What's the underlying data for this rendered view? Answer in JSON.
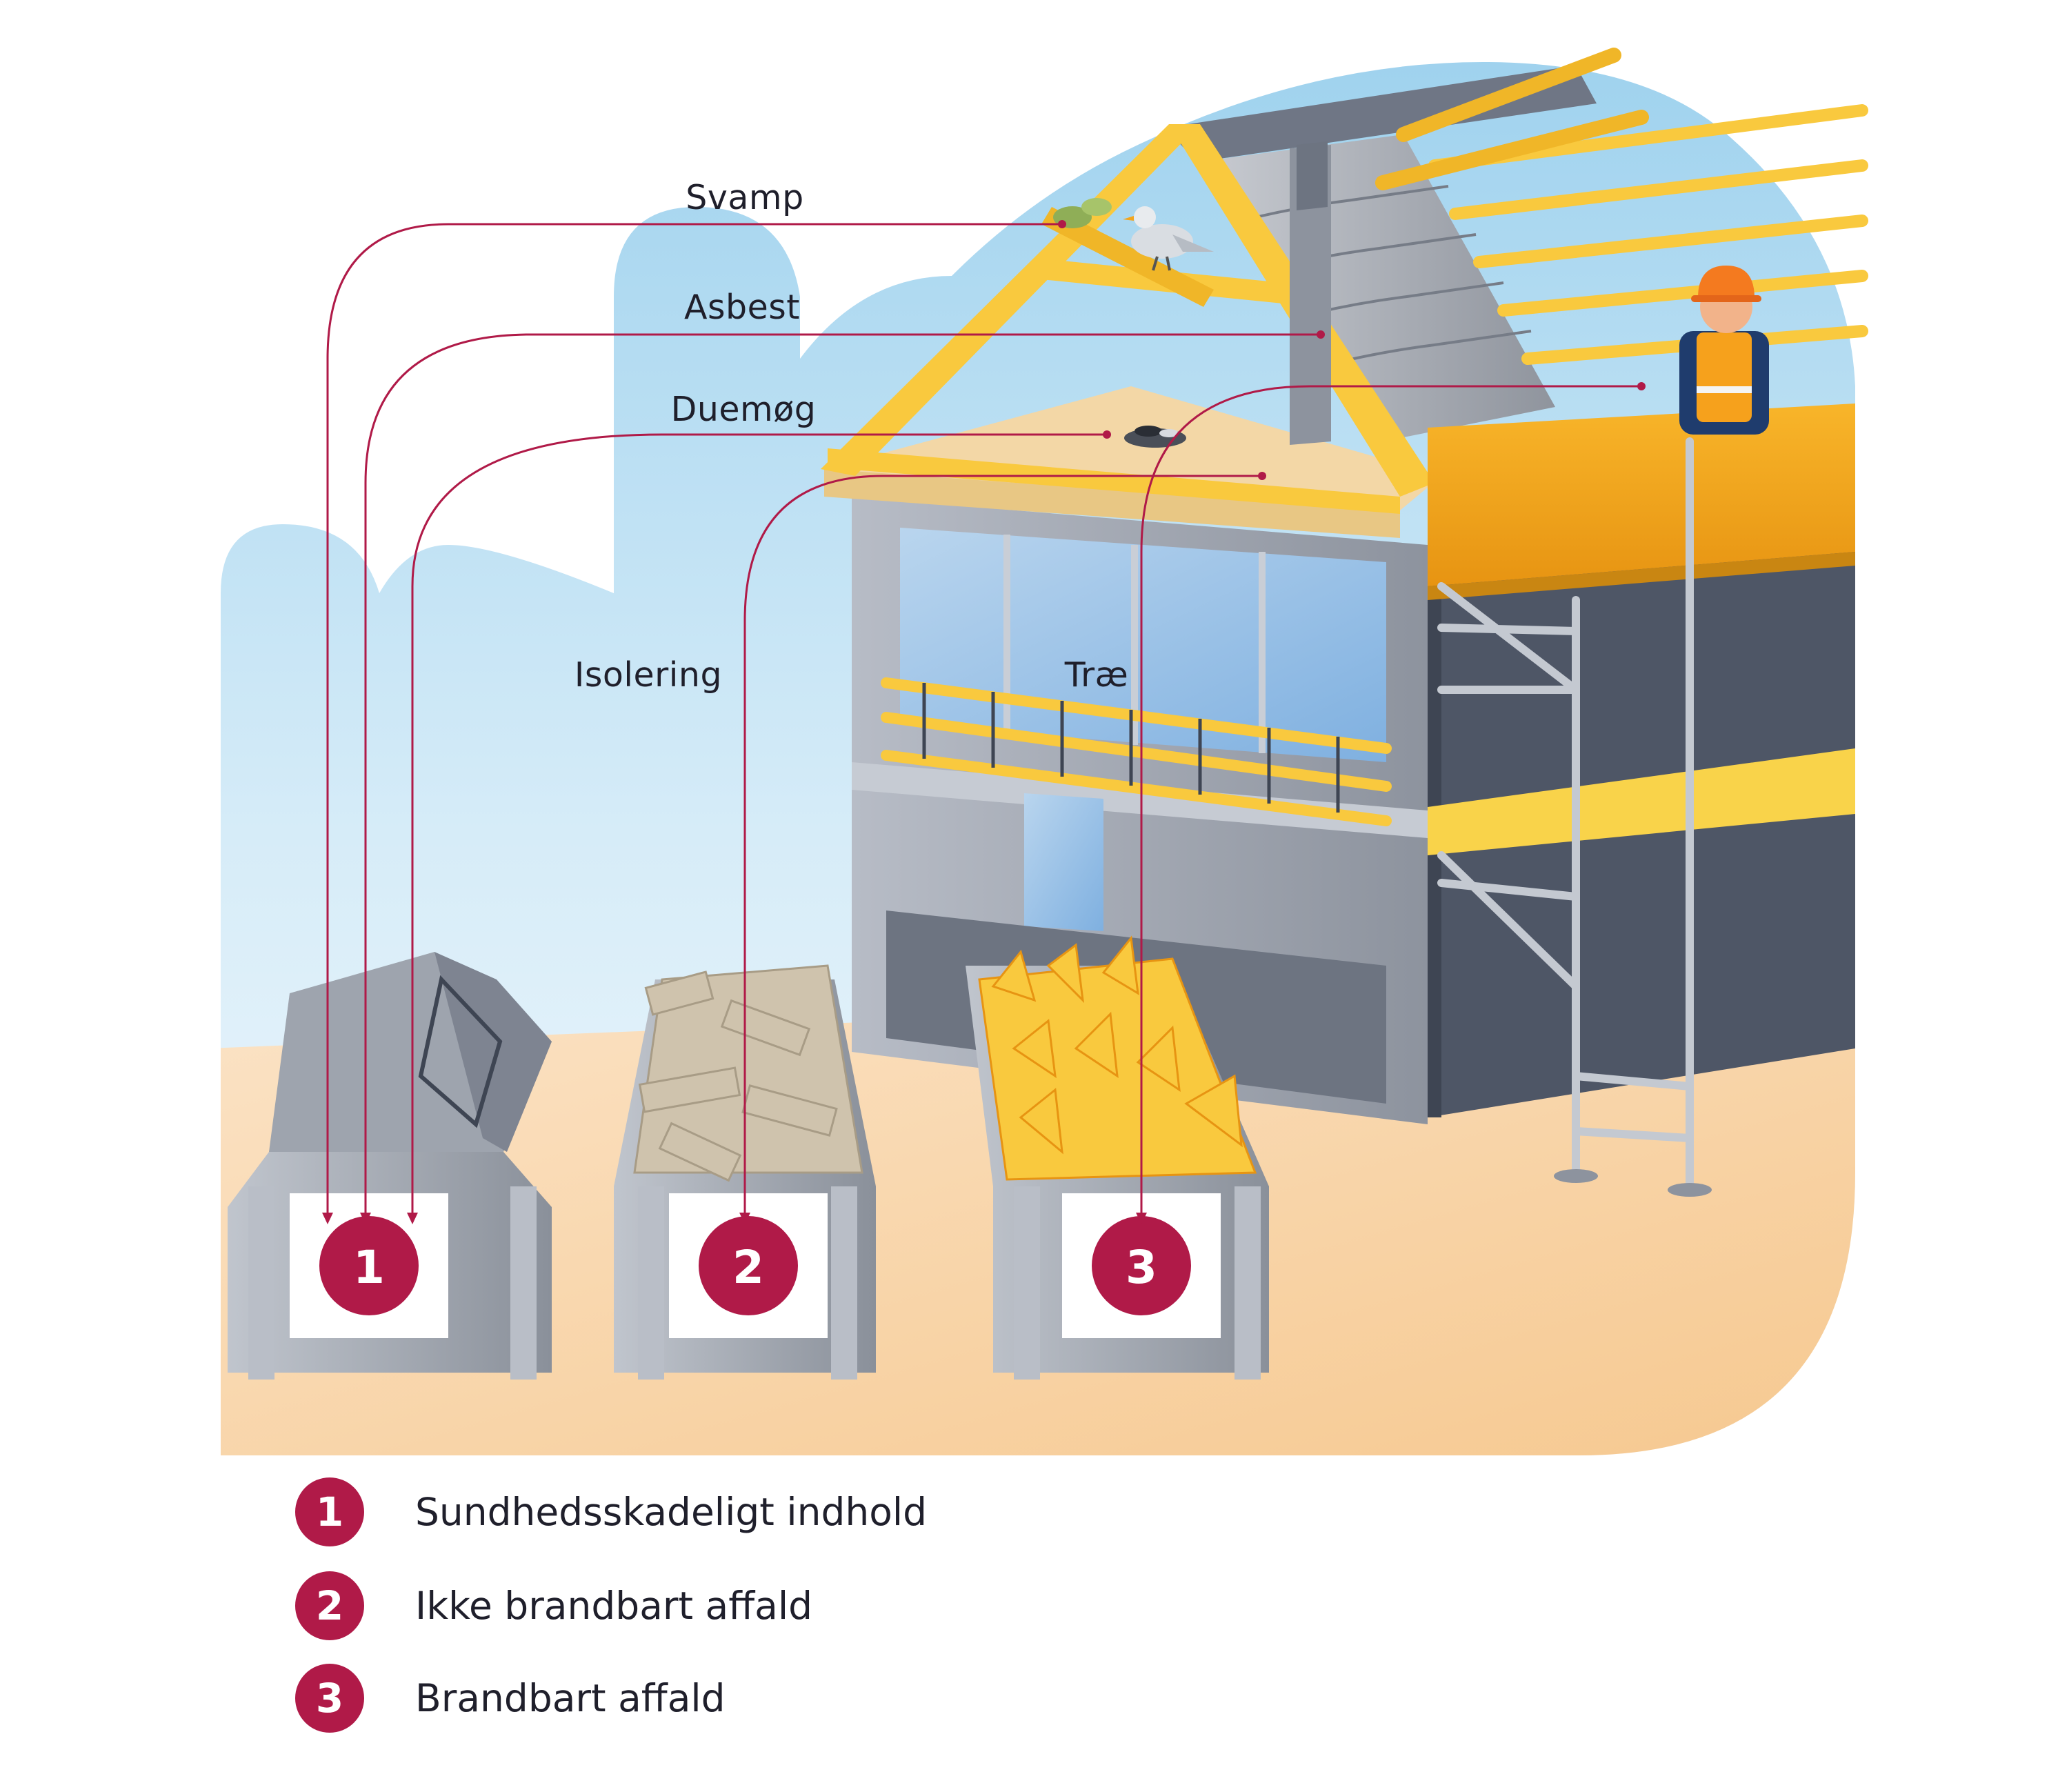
{
  "labels": {
    "svamp": "Svamp",
    "asbest": "Asbest",
    "duemog": "Duemøg",
    "isolering": "Isolering",
    "trae": "Træ"
  },
  "bins": [
    {
      "number": "1",
      "category": "Sundhedsskadeligt indhold",
      "fill": "lid"
    },
    {
      "number": "2",
      "category": "Ikke brandbart affald",
      "fill": "debris"
    },
    {
      "number": "3",
      "category": "Brandbart affald",
      "fill": "wood"
    }
  ],
  "legend": [
    {
      "number": "1",
      "text": "Sundhedsskadeligt indhold"
    },
    {
      "number": "2",
      "text": "Ikke brandbart affald"
    },
    {
      "number": "3",
      "text": "Brandbart affald"
    }
  ],
  "colors": {
    "accent": "#b01a48",
    "sky": "#a9d7ef",
    "ground": "#f6cf9e",
    "timber": "#f9c93e",
    "scaffold_board": "#f3a51c",
    "wall_dark": "#4e5666",
    "container": "#a3a9b3"
  },
  "icons": [
    "bird-icon",
    "worker-icon",
    "chimney-icon",
    "bird-droppings-icon",
    "fungus-icon"
  ]
}
